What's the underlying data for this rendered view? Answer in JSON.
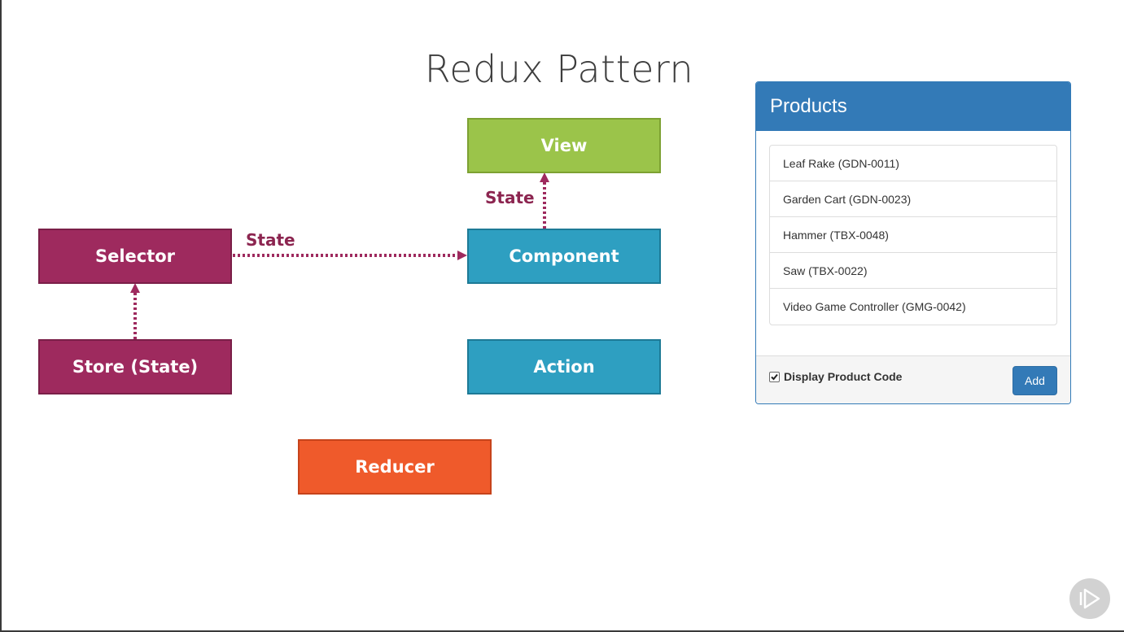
{
  "title": "Redux Pattern",
  "diagram": {
    "nodes": {
      "view": "View",
      "component": "Component",
      "action": "Action",
      "selector": "Selector",
      "store": "Store (State)",
      "reducer": "Reducer"
    },
    "edge_labels": {
      "selector_to_component": "State",
      "component_to_view": "State"
    },
    "colors": {
      "view": "#9bc44a",
      "component": "#2e9fc1",
      "action": "#2e9fc1",
      "selector": "#9e2a5e",
      "store": "#9e2a5e",
      "reducer": "#ef5a2b",
      "arrow": "#9e2a5e"
    }
  },
  "products_panel": {
    "heading": "Products",
    "items": [
      "Leaf Rake (GDN-0011)",
      "Garden Cart (GDN-0023)",
      "Hammer (TBX-0048)",
      "Saw (TBX-0022)",
      "Video Game Controller (GMG-0042)"
    ],
    "checkbox_label": "Display Product Code",
    "checkbox_checked": true,
    "add_label": "Add",
    "accent": "#337ab7"
  },
  "badge_icon": "play-icon"
}
